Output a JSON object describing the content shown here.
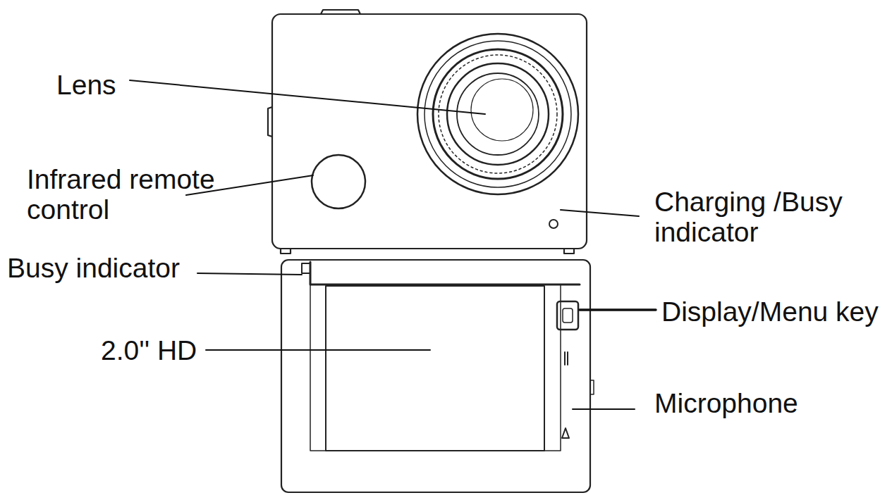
{
  "diagram": {
    "labels": [
      "Lens",
      "Infrared remote control",
      "Charging /Busy indicator",
      "Busy indicator",
      "2.0'' HD",
      "Display/Menu key",
      "Microphone"
    ]
  }
}
